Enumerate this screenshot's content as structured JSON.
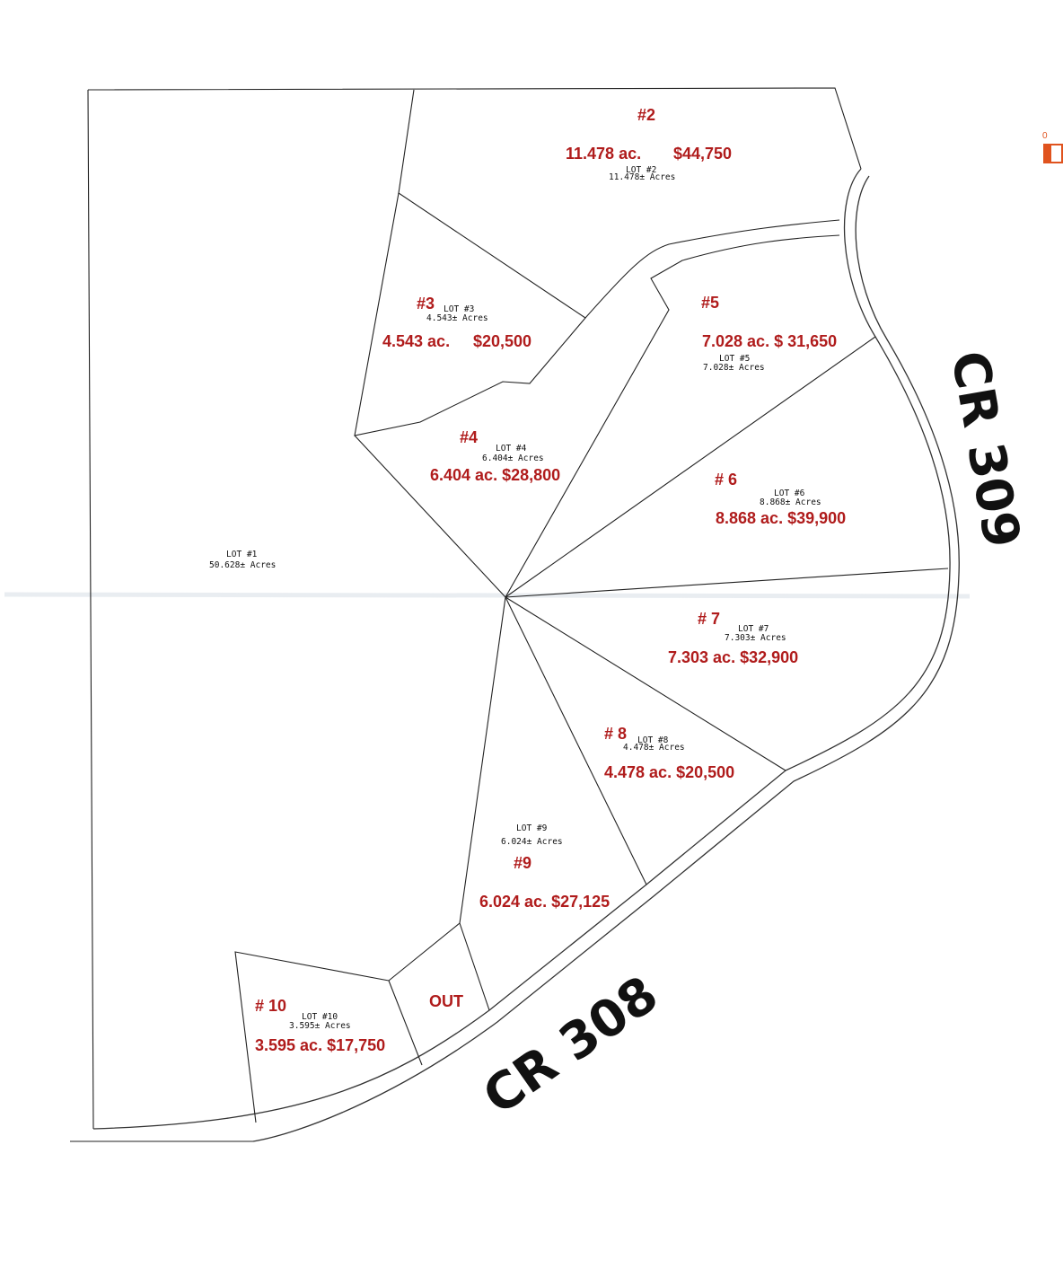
{
  "lots": [
    {
      "id": "lot-1",
      "cad_title": "LOT #1",
      "cad_acres": "50.628± Acres",
      "number": "",
      "price_text": ""
    },
    {
      "id": "lot-2",
      "cad_title": "LOT #2",
      "cad_acres": "11.478± Acres",
      "number": "#2",
      "acres_text": "11.478 ac.",
      "price_text": "$44,750"
    },
    {
      "id": "lot-3",
      "cad_title": "LOT #3",
      "cad_acres": "4.543± Acres",
      "number": "#3",
      "acres_text": "4.543 ac.",
      "price_text": "$20,500"
    },
    {
      "id": "lot-4",
      "cad_title": "LOT #4",
      "cad_acres": "6.404± Acres",
      "number": "#4",
      "price_text": "6.404 ac. $28,800"
    },
    {
      "id": "lot-5",
      "cad_title": "LOT #5",
      "cad_acres": "7.028± Acres",
      "number": "#5",
      "price_text": "7.028 ac. $ 31,650"
    },
    {
      "id": "lot-6",
      "cad_title": "LOT #6",
      "cad_acres": "8.868± Acres",
      "number": "# 6",
      "price_text": "8.868 ac. $39,900"
    },
    {
      "id": "lot-7",
      "cad_title": "LOT #7",
      "cad_acres": "7.303± Acres",
      "number": "# 7",
      "price_text": "7.303 ac. $32,900"
    },
    {
      "id": "lot-8",
      "cad_title": "LOT #8",
      "cad_acres": "4.478± Acres",
      "number": "# 8",
      "price_text": "4.478 ac. $20,500"
    },
    {
      "id": "lot-9",
      "cad_title": "LOT #9",
      "cad_acres": "6.024± Acres",
      "number": "#9",
      "price_text": "6.024 ac. $27,125"
    },
    {
      "id": "lot-10",
      "cad_title": "LOT #10",
      "cad_acres": "3.595± Acres",
      "number": "# 10",
      "price_text": "3.595 ac. $17,750"
    }
  ],
  "out_parcel_label": "OUT",
  "roads": {
    "east": "CR 309",
    "south": "CR 308"
  },
  "corner_badge": {
    "count": "0",
    "icon": "bookmark-icon",
    "color": "#e0531e"
  },
  "colors": {
    "price_label": "#b01c1c",
    "line": "#222222"
  }
}
